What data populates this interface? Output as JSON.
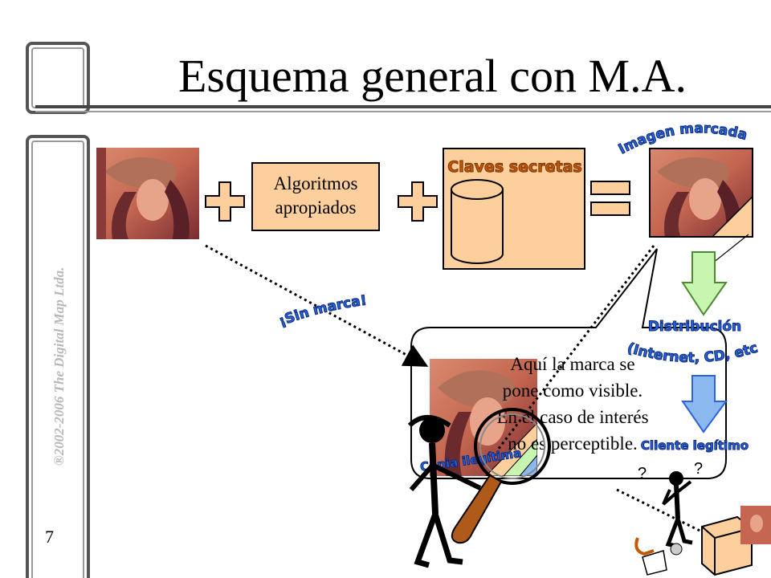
{
  "slide": {
    "title": "Esquema general con M.A.",
    "page_number": "7",
    "copyright": "®2002-2006 The Digital Map Ltda."
  },
  "diagram": {
    "algorithms_box": {
      "line1": "Algoritmos",
      "line2": "apropiados"
    },
    "keys_label": "Claves secretas",
    "marked_image_label": "Imagen marcada",
    "no_mark_label": "¡Sin marca!",
    "distribution_label_1": "Distribución",
    "distribution_label_2": "(Internet, CD, etc.)",
    "legit_client_label": "Cliente legítimo",
    "illegit_copy_label": "Copia ilegítima",
    "callout": {
      "line1": "Aquí la marca se",
      "line2": "pone como visible.",
      "line3": "En el caso de interés",
      "line4": "no es perceptible."
    }
  },
  "colors": {
    "box_fill": "#fccf9c",
    "wordart_blue": "#2b63d8",
    "wordart_orange": "#c45a00",
    "arrow_green": "#c8f5b0",
    "arrow_blue": "#8cb8f0"
  }
}
